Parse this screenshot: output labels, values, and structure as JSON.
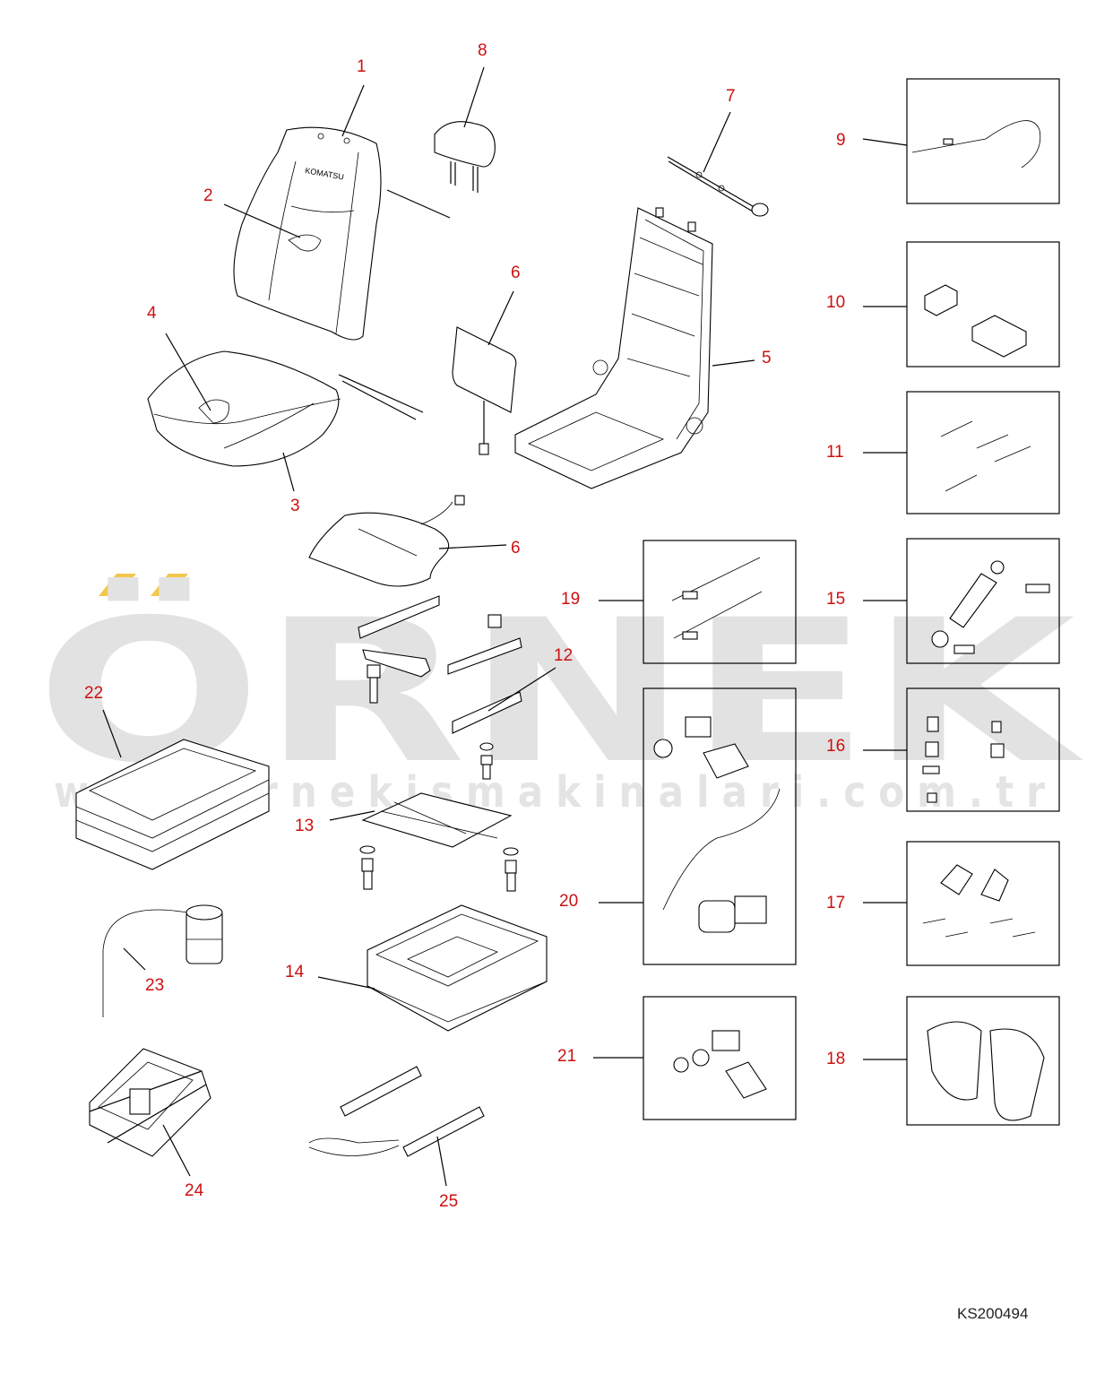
{
  "watermark": {
    "word": "ÖRNEK",
    "url": "www.ornekismakinalari.com.tr",
    "accent_color": "#f2c84b"
  },
  "drawing_code": "KS200494",
  "callouts": [
    "1",
    "2",
    "3",
    "4",
    "5",
    "6",
    "6",
    "7",
    "8",
    "9",
    "10",
    "11",
    "12",
    "13",
    "14",
    "15",
    "16",
    "17",
    "18",
    "19",
    "20",
    "21",
    "22",
    "23",
    "24",
    "25"
  ],
  "colors": {
    "callout": "#cc1111",
    "line": "#000000",
    "watermark": "#e2e2e2"
  }
}
